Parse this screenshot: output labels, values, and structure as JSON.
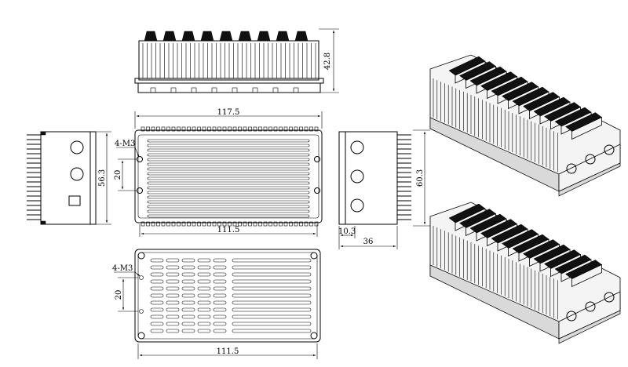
{
  "dimensions": {
    "height_top": "42.8",
    "length_overall": "117.5",
    "length_inner_front": "111.5",
    "length_inner_bottom": "111.5",
    "depth_left": "56.3",
    "height_right": "60.3",
    "offset_right": "10.3",
    "width_right": "36",
    "hole_spacing_front": "20",
    "hole_spacing_bottom": "20"
  },
  "callouts": {
    "holes_front": "4-M3",
    "holes_bottom": "4-M3"
  },
  "colors": {
    "line": "#000000",
    "background": "#ffffff"
  }
}
